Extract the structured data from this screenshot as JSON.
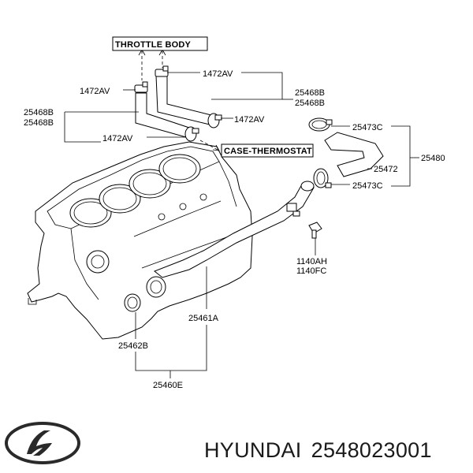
{
  "diagram": {
    "callouts": {
      "throttle_body": "THROTTLE BODY",
      "case_thermostat": "CASE-THERMOSTAT",
      "clamp_top_right": "1472AV",
      "clamp_top_left": "1472AV",
      "clamp_mid": "1472AV",
      "clamp_lower": "1472AV",
      "hose_right_1": "25468B",
      "hose_right_2": "25468B",
      "hose_left_1": "25468B",
      "hose_left_2": "25468B",
      "clamp_473c_top": "25473C",
      "hose_480": "25480",
      "hose_472": "25472",
      "clamp_473c_bottom": "25473C",
      "bolt_1": "1140AH",
      "bolt_2": "1140FC",
      "pipe_461a": "25461A",
      "oring_462b": "25462B",
      "assy_460e": "25460E"
    }
  },
  "footer": {
    "brand": "HYUNDAI",
    "part_number": "2548023001"
  }
}
